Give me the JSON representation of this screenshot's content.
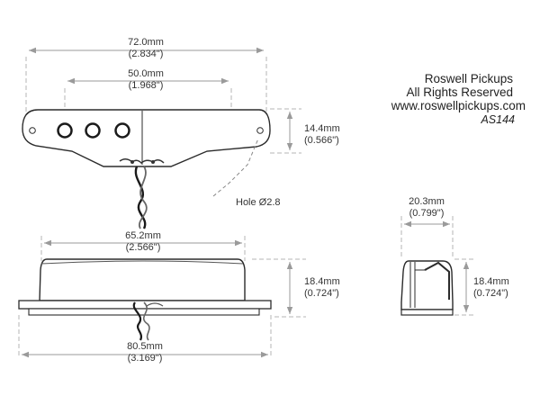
{
  "brand": {
    "company": "Roswell Pickups",
    "rights": "All Rights Reserved",
    "website": "www.roswellpickups.com",
    "model": "AS144"
  },
  "dimensions": {
    "top_overall_width": {
      "mm": "72.0mm",
      "inch": "(2.834\")"
    },
    "pole_span": {
      "mm": "50.0mm",
      "inch": "(1.968\")"
    },
    "top_height": {
      "mm": "14.4mm",
      "inch": "(0.566\")"
    },
    "hole": "Hole Ø2.8",
    "side_cover_width": {
      "mm": "65.2mm",
      "inch": "(2.566\")"
    },
    "side_height": {
      "mm": "18.4mm",
      "inch": "(0.724\")"
    },
    "base_width": {
      "mm": "80.5mm",
      "inch": "(3.169\")"
    },
    "end_width": {
      "mm": "20.3mm",
      "inch": "(0.799\")"
    },
    "end_height": {
      "mm": "18.4mm",
      "inch": "(0.724\")"
    }
  },
  "colors": {
    "line": "#2b2b2b",
    "dimension": "#9a9a9a",
    "text": "#333333"
  }
}
